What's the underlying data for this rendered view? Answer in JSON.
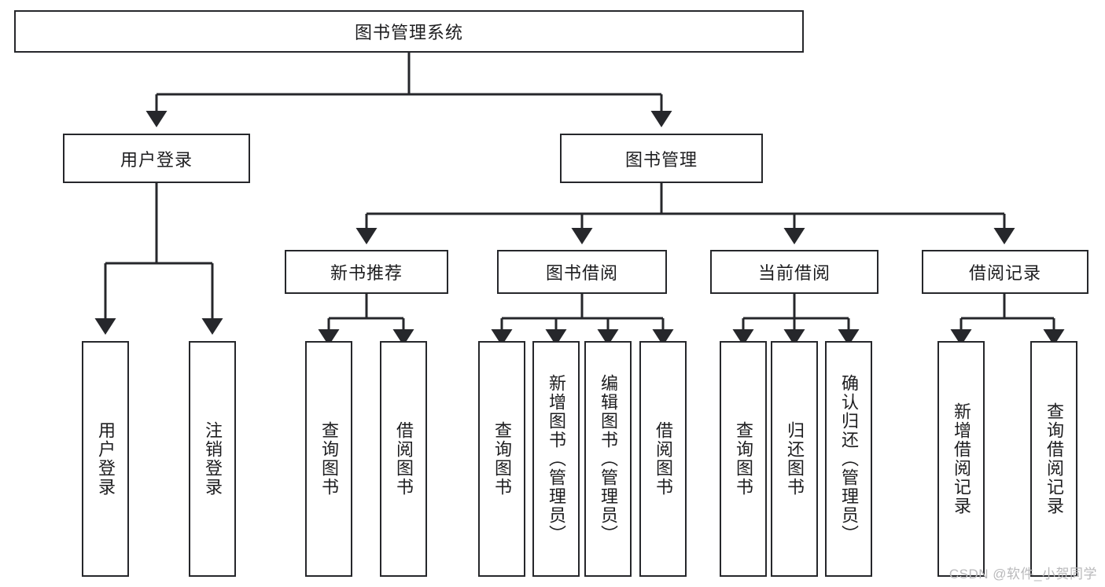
{
  "diagram": {
    "title_node": {
      "label": "图书管理系统"
    },
    "level2": [
      {
        "id": "user-login",
        "label": "用户登录"
      },
      {
        "id": "book-manage",
        "label": "图书管理"
      }
    ],
    "level3": [
      {
        "id": "new-book-recommend",
        "label": "新书推荐"
      },
      {
        "id": "book-borrow",
        "label": "图书借阅"
      },
      {
        "id": "current-borrow",
        "label": "当前借阅"
      },
      {
        "id": "borrow-record",
        "label": "借阅记录"
      }
    ],
    "leaves": [
      {
        "id": "leaf-user-login",
        "label": "用户登录",
        "group": "user-login"
      },
      {
        "id": "leaf-logout-login",
        "label": "注销登录",
        "group": "user-login"
      },
      {
        "id": "leaf-query-book-1",
        "label": "查询图书",
        "group": "new-book-recommend"
      },
      {
        "id": "leaf-borrow-book-1",
        "label": "借阅图书",
        "group": "new-book-recommend"
      },
      {
        "id": "leaf-query-book-2",
        "label": "查询图书",
        "group": "book-borrow"
      },
      {
        "id": "leaf-add-book",
        "label": "新增图书（管理员）",
        "group": "book-borrow"
      },
      {
        "id": "leaf-edit-book",
        "label": "编辑图书（管理员）",
        "group": "book-borrow"
      },
      {
        "id": "leaf-borrow-book-2",
        "label": "借阅图书",
        "group": "book-borrow"
      },
      {
        "id": "leaf-query-book-3",
        "label": "查询图书",
        "group": "current-borrow"
      },
      {
        "id": "leaf-return-book",
        "label": "归还图书",
        "group": "current-borrow"
      },
      {
        "id": "leaf-confirm-return",
        "label": "确认归还（管理员）",
        "group": "current-borrow"
      },
      {
        "id": "leaf-add-record",
        "label": "新增借阅记录",
        "group": "borrow-record"
      },
      {
        "id": "leaf-query-record",
        "label": "查询借阅记录",
        "group": "borrow-record"
      }
    ],
    "colors": {
      "stroke": "#26272b",
      "box_fill": "#ffffff",
      "text": "#1d1d1f",
      "background": "#ffffff",
      "watermark": "#b9b9bb"
    }
  },
  "watermark": {
    "text": "CSDN @软件_小贺同学"
  }
}
